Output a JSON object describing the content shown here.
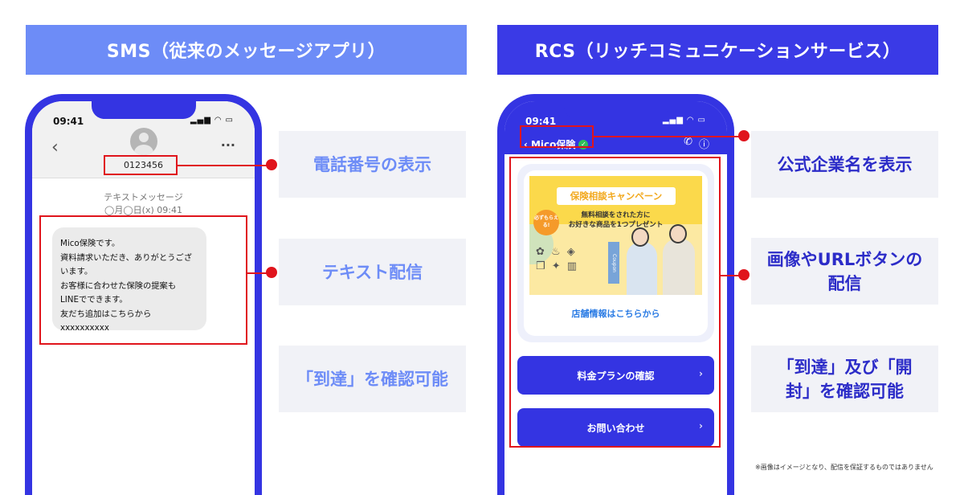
{
  "sms": {
    "banner": "SMS（従来のメッセージアプリ）",
    "phone": {
      "time": "09:41",
      "status": "▂▄▆ ◠ ▭",
      "back_icon": "‹",
      "menu_icon": "···",
      "number": "0123456",
      "meta_line1": "テキストメッセージ",
      "meta_line2": "◯月◯日(x) 09:41",
      "message_lines": [
        "Mico保険です。",
        "資料請求いただき、ありがとうござ",
        "います。",
        "お客様に合わせた保険の提案も",
        "LINEでできます。",
        "友だち追加はこちらから",
        "xxxxxxxxxx"
      ]
    },
    "labels": [
      "電話番号の表示",
      "テキスト配信",
      "「到達」を確認可能"
    ]
  },
  "rcs": {
    "banner": "RCS（リッチコミュニケーションサービス）",
    "phone": {
      "time": "09:41",
      "status": "▂▄▆ ◠ ▭",
      "back_label": "Mico保険",
      "verified_icon": "✓",
      "call_icon": "✆",
      "info_icon": "ⓘ",
      "campaign_title": "保険相談キャンペーン",
      "campaign_sub1": "無料相談をされた方に",
      "campaign_sub2": "お好きな商品を1つプレゼント",
      "campaign_badge": "必ずもらえる!",
      "coupon": "Coupon",
      "store_link": "店舗情報はこちらから",
      "buttons": [
        "料金プランの確認",
        "お問い合わせ"
      ],
      "button_chevron": "›"
    },
    "labels": [
      "公式企業名を表示",
      "画像やURLボタンの配信",
      "「到達」及び「開封」を確認可能"
    ]
  },
  "footnote": "※画像はイメージとなり、配信を保証するものではありません",
  "colors": {
    "sms_accent": "#6d8cf7",
    "rcs_accent": "#3a3ae6",
    "highlight": "#e0141c"
  }
}
